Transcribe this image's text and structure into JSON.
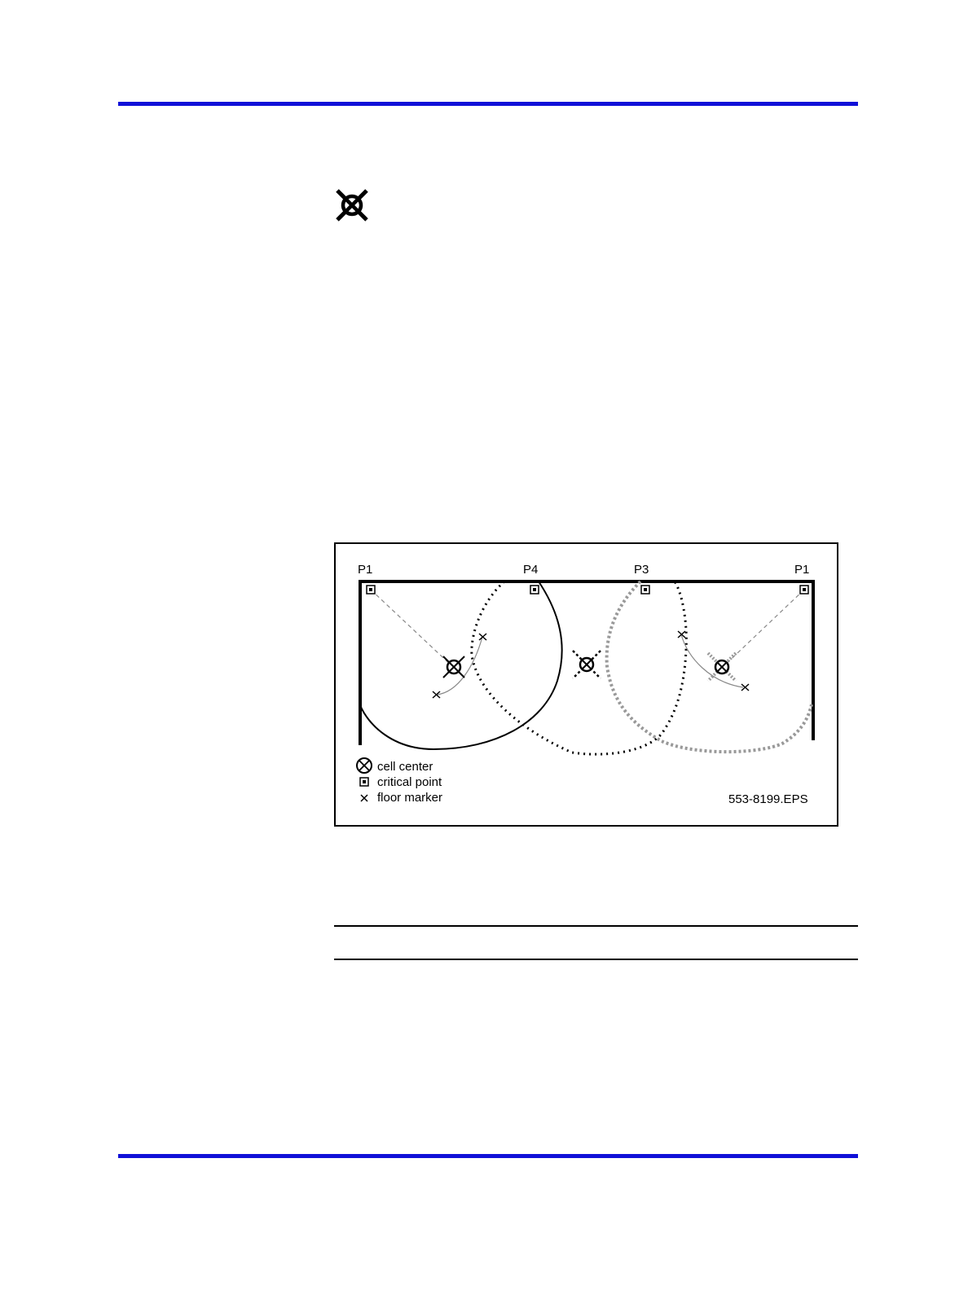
{
  "header": {
    "rule_color": "#1010d8"
  },
  "margin_icon": {
    "icon": "cell-center-icon"
  },
  "figure": {
    "points": {
      "p1_left": "P1",
      "p4": "P4",
      "p3": "P3",
      "p1_right": "P1"
    },
    "legend": {
      "cell_center": "cell center",
      "critical_point": "critical point",
      "floor_marker": "floor marker"
    },
    "figure_id": "553-8199.EPS"
  },
  "footer": {
    "rule_color": "#1010d8"
  }
}
